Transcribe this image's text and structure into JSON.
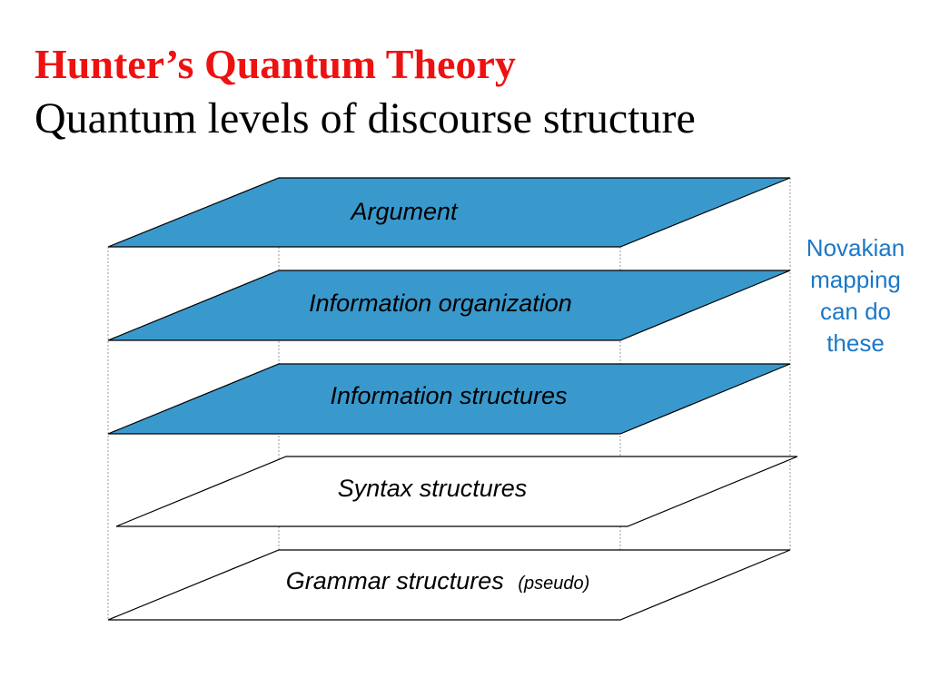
{
  "header": {
    "title": "Hunter’s Quantum Theory",
    "subtitle": "Quantum levels of discourse structure"
  },
  "layers": [
    {
      "label": "Argument",
      "filled": true
    },
    {
      "label": "Information organization",
      "filled": true
    },
    {
      "label": "Information structures",
      "filled": true
    },
    {
      "label": "Syntax structures",
      "filled": false
    },
    {
      "label": "Grammar structures",
      "suffix": "(pseudo)",
      "filled": false
    }
  ],
  "side_note": {
    "lines": [
      "Novakian",
      "mapping",
      "can do",
      "these"
    ]
  },
  "colors": {
    "title": "#ee1111",
    "layer_fill": "#3a99cc",
    "outline": "#000000",
    "note": "#1a78c8"
  }
}
